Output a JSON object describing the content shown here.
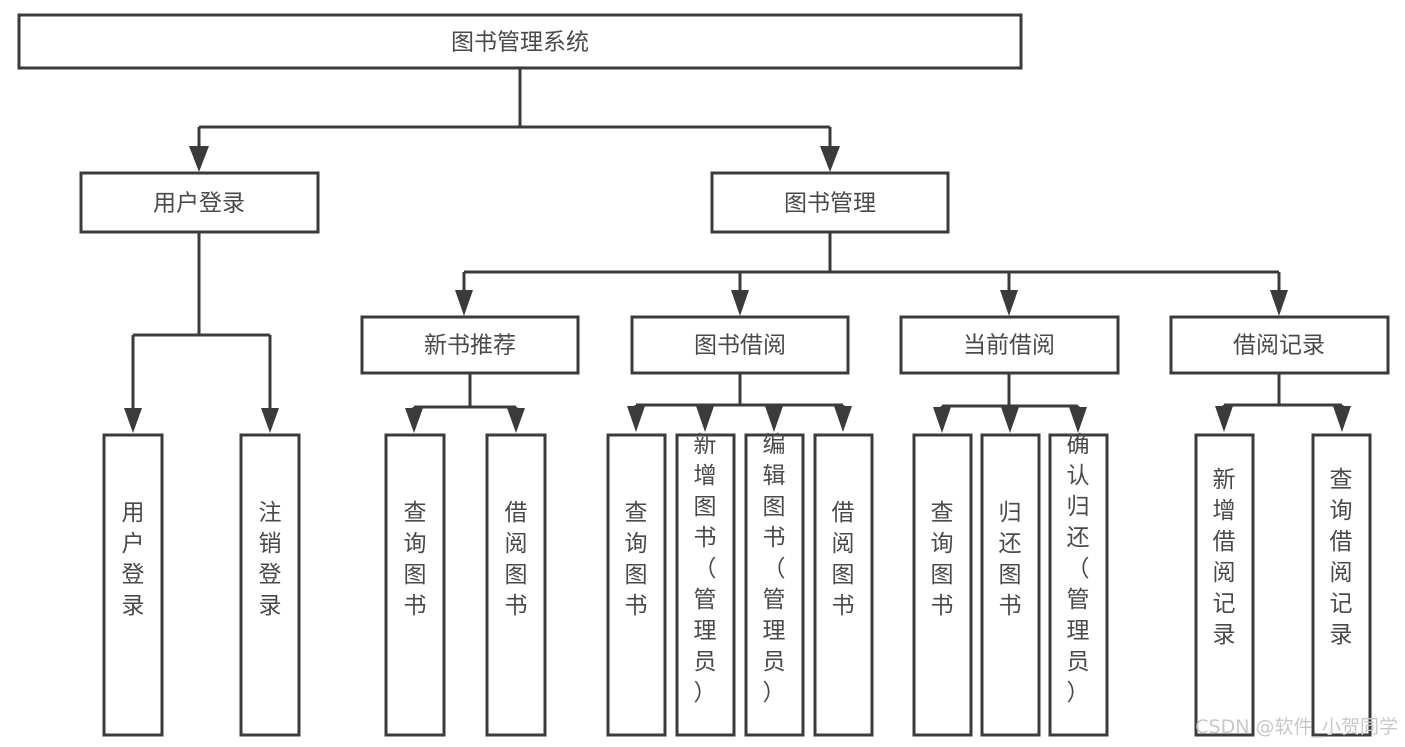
{
  "diagram": {
    "title": "图书管理系统",
    "type": "tree-hierarchy-chart",
    "colors": {
      "box_stroke": "#3b3b3b",
      "box_fill": "#ffffff",
      "text": "#4a4a4a",
      "connector": "#3b3b3b",
      "watermark": "#c8c8c8",
      "background": "#ffffff"
    },
    "root": {
      "label": "图书管理系统"
    },
    "level2": [
      {
        "label": "用户登录"
      },
      {
        "label": "图书管理"
      }
    ],
    "level3": [
      {
        "label": "新书推荐"
      },
      {
        "label": "图书借阅"
      },
      {
        "label": "当前借阅"
      },
      {
        "label": "借阅记录"
      }
    ],
    "leaves": {
      "user_login": [
        {
          "label": "用户登录"
        },
        {
          "label": "注销登录"
        }
      ],
      "new_book_recommend": [
        {
          "label": "查询图书"
        },
        {
          "label": "借阅图书"
        }
      ],
      "book_borrow": [
        {
          "label": "查询图书"
        },
        {
          "label": "新增图书（管理员）"
        },
        {
          "label": "编辑图书（管理员）"
        },
        {
          "label": "借阅图书"
        }
      ],
      "current_borrow": [
        {
          "label": "查询图书"
        },
        {
          "label": "归还图书"
        },
        {
          "label": "确认归还（管理员）"
        }
      ],
      "borrow_records": [
        {
          "label": "新增借阅记录"
        },
        {
          "label": "查询借阅记录"
        }
      ]
    }
  },
  "watermark": {
    "text": "CSDN @软件_小贺同学"
  }
}
